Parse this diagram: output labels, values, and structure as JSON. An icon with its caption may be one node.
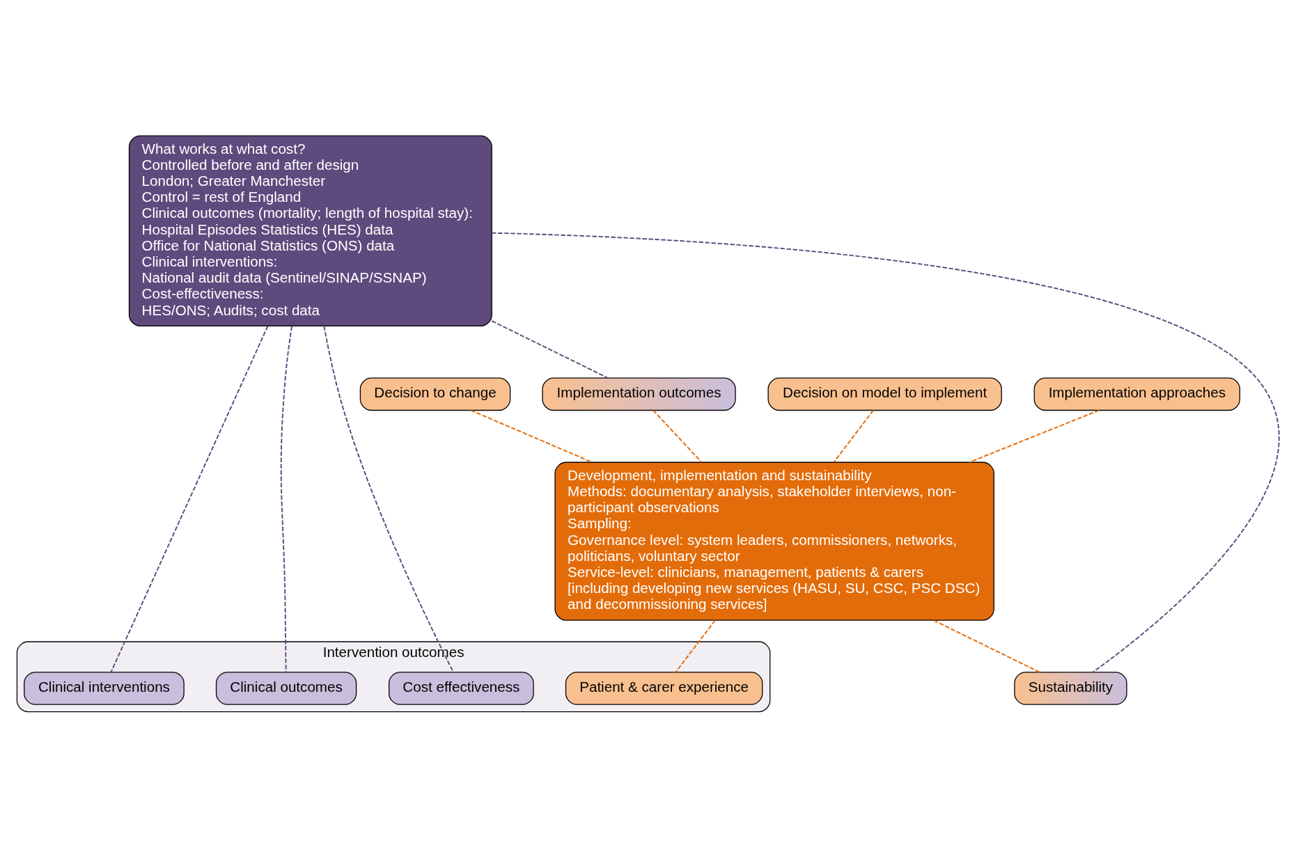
{
  "diagram": {
    "nodes": [
      {
        "text": [
          "Decision to change"
        ]
      },
      {
        "text": [
          "Decision on model to implement"
        ]
      },
      {
        "text": [
          "Implementation approaches"
        ]
      },
      {
        "text": [
          "What works at what cost?",
          "Controlled before and after design",
          "London; Greater Manchester",
          "Control = rest of England",
          "Clinical outcomes (mortality; length of hospital stay):",
          "Hospital Episodes Statistics (HES) data",
          "Office for National Statistics (ONS) data",
          "Clinical interventions:",
          "National audit data (Sentinel/SINAP/SSNAP)",
          "Cost-effectiveness:",
          "HES/ONS; Audits; cost data"
        ]
      },
      {
        "text": [
          "Implementation outcomes"
        ]
      },
      {
        "text": [
          "Development, implementation and sustainability",
          "Methods: documentary analysis, stakeholder interviews, non-participant observations",
          "Sampling:",
          "Governance level: system leaders, commissioners, networks, politicians, voluntary sector",
          "Service-level: clinicians, management, patients & carers [including developing new services (HASU, SU, CSC, PSC DSC) and decommissioning services]"
        ]
      },
      {
        "text": [
          "Intervention outcomes"
        ]
      },
      {
        "text": [
          "Clinical interventions"
        ],
        "in": 6
      },
      {
        "text": [
          "Clinical outcomes"
        ],
        "in": 6
      },
      {
        "text": [
          "Patient & carer experience"
        ],
        "in": 6
      },
      {
        "text": [
          "Cost effectiveness"
        ],
        "in": 6
      },
      {
        "text": [
          "Sustainability"
        ]
      }
    ],
    "edges": [
      {
        "from": 0,
        "to": 5,
        "arrow": "none",
        "style": "dashed"
      },
      {
        "from": 1,
        "to": 5,
        "arrow": "none",
        "style": "dashed"
      },
      {
        "from": 2,
        "to": 5,
        "arrow": "none",
        "style": "dashed"
      },
      {
        "from": 4,
        "to": 5,
        "arrow": "none",
        "style": "dashed"
      },
      {
        "from": 3,
        "to": 4,
        "arrow": "none",
        "style": "dashed",
        "color": "#5e4a7d"
      },
      {
        "from": 3,
        "to": 7,
        "arrow": "none",
        "style": "dashed",
        "color": "#5e4a7d"
      },
      {
        "from": 3,
        "to": 8,
        "arrow": "none",
        "style": "dashed",
        "color": "#5e4a7d"
      },
      {
        "from": 3,
        "to": 10,
        "arrow": "none",
        "style": "dashed",
        "color": "#5e4a7d"
      },
      {
        "from": 3,
        "to": 11,
        "arrow": "none",
        "style": "dashed",
        "color": "#5e4a7d"
      },
      {
        "from": 5,
        "to": 9,
        "arrow": "none",
        "style": "dashed"
      },
      {
        "from": 5,
        "to": 11,
        "arrow": "none",
        "style": "dashed"
      }
    ]
  }
}
